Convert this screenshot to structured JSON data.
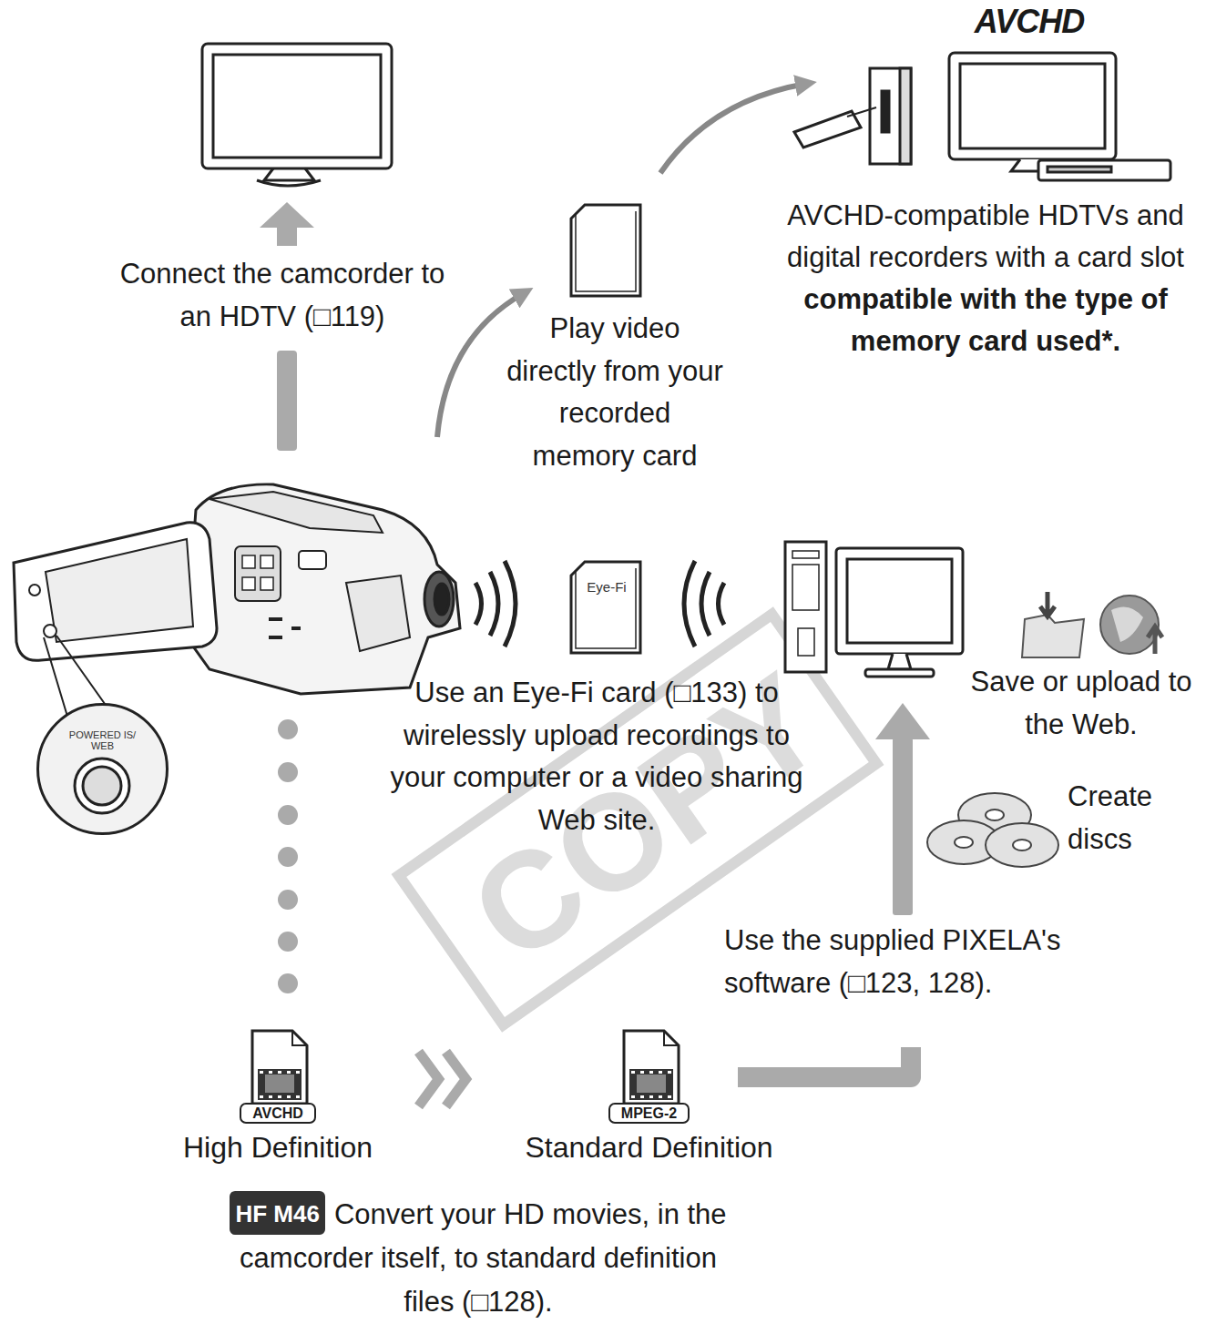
{
  "diagram": {
    "nodes": [
      {
        "text": [
          "POWERED IS/ WEB"
        ]
      },
      {
        "text": [
          "AVCHD",
          "High Definition"
        ]
      },
      {
        "text": [
          "MPEG-2",
          "Standard Definition"
        ]
      },
      {
        "text": [
          "HF M46"
        ]
      }
    ],
    "edges": [
      {
        "from": 1,
        "to": 2,
        "arrow": "to"
      }
    ],
    "labels": [
      "AVCHD",
      "Connect the camcorder to an HDTV (□119)",
      "Play video directly from your recorded memory card",
      "AVCHD-compatible HDTVs and digital recorders with a card slot",
      "compatible with the type of memory card used*.",
      "Eye-Fi",
      "Use an Eye-Fi card (□133) to wirelessly upload recordings to your computer or a video sharing Web site.",
      "Save or upload to the Web.",
      "Create discs",
      "Use the supplied PIXELA's software (□123, 128).",
      "Convert your HD movies, in the camcorder itself, to standard definition files (□128).",
      "COPY"
    ]
  }
}
